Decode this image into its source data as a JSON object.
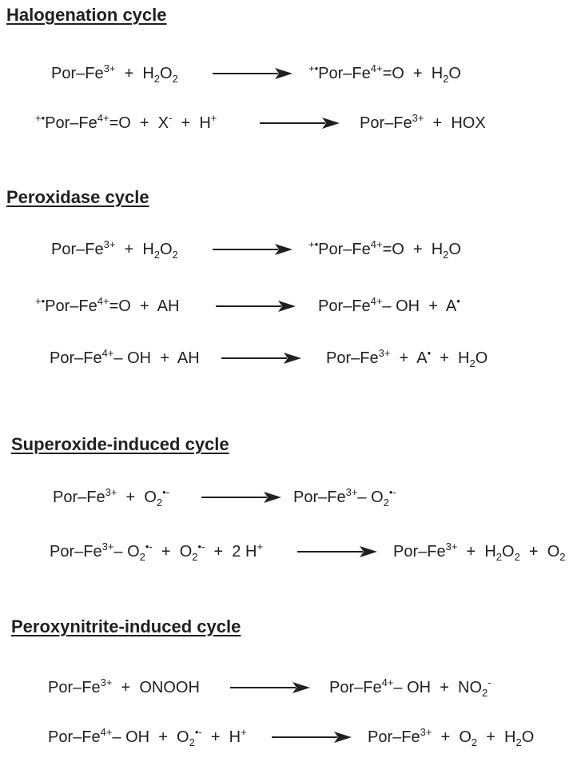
{
  "sections": [
    {
      "heading": "Halogenation cycle",
      "reactions": [
        {
          "left": [
            [
              "t",
              "Por–Fe"
            ],
            [
              "sup",
              "3+"
            ],
            [
              "t",
              "  +  H"
            ],
            [
              "sub",
              "2"
            ],
            [
              "t",
              "O"
            ],
            [
              "sub",
              "2"
            ]
          ],
          "right": [
            [
              "sup",
              "+•"
            ],
            [
              "t",
              "Por–Fe"
            ],
            [
              "sup",
              "4+"
            ],
            [
              "t",
              "=O  +  H"
            ],
            [
              "sub",
              "2"
            ],
            [
              "t",
              "O"
            ]
          ]
        },
        {
          "left": [
            [
              "sup",
              "+•"
            ],
            [
              "t",
              "Por–Fe"
            ],
            [
              "sup",
              "4+"
            ],
            [
              "t",
              "=O  +  X"
            ],
            [
              "sup",
              "-"
            ],
            [
              "t",
              "  +  H"
            ],
            [
              "sup",
              "+"
            ]
          ],
          "right": [
            [
              "t",
              "Por–Fe"
            ],
            [
              "sup",
              "3+"
            ],
            [
              "t",
              "  +  HOX"
            ]
          ]
        }
      ]
    },
    {
      "heading": "Peroxidase cycle",
      "reactions": [
        {
          "left": [
            [
              "t",
              "Por–Fe"
            ],
            [
              "sup",
              "3+"
            ],
            [
              "t",
              "  +  H"
            ],
            [
              "sub",
              "2"
            ],
            [
              "t",
              "O"
            ],
            [
              "sub",
              "2"
            ]
          ],
          "right": [
            [
              "sup",
              "+•"
            ],
            [
              "t",
              "Por–Fe"
            ],
            [
              "sup",
              "4+"
            ],
            [
              "t",
              "=O  +  H"
            ],
            [
              "sub",
              "2"
            ],
            [
              "t",
              "O"
            ]
          ]
        },
        {
          "left": [
            [
              "sup",
              "+•"
            ],
            [
              "t",
              "Por–Fe"
            ],
            [
              "sup",
              "4+"
            ],
            [
              "t",
              "=O  +  AH"
            ]
          ],
          "right": [
            [
              "t",
              "Por–Fe"
            ],
            [
              "sup",
              "4+"
            ],
            [
              "t",
              "– OH  +  A"
            ],
            [
              "sup",
              "•"
            ]
          ]
        },
        {
          "left": [
            [
              "t",
              "Por–Fe"
            ],
            [
              "sup",
              "4+"
            ],
            [
              "t",
              "– OH  +  AH"
            ]
          ],
          "right": [
            [
              "t",
              "Por–Fe"
            ],
            [
              "sup",
              "3+"
            ],
            [
              "t",
              "  +  A"
            ],
            [
              "sup",
              "•"
            ],
            [
              "t",
              "  +  H"
            ],
            [
              "sub",
              "2"
            ],
            [
              "t",
              "O"
            ]
          ]
        }
      ]
    },
    {
      "heading": "Superoxide-induced cycle",
      "reactions": [
        {
          "left": [
            [
              "t",
              "Por–Fe"
            ],
            [
              "sup",
              "3+"
            ],
            [
              "t",
              "  +  O"
            ],
            [
              "sub",
              "2"
            ],
            [
              "sup",
              "•-"
            ]
          ],
          "right": [
            [
              "t",
              "Por–Fe"
            ],
            [
              "sup",
              "3+"
            ],
            [
              "t",
              "– O"
            ],
            [
              "sub",
              "2"
            ],
            [
              "sup",
              "•-"
            ]
          ]
        },
        {
          "left": [
            [
              "t",
              "Por–Fe"
            ],
            [
              "sup",
              "3+"
            ],
            [
              "t",
              "– O"
            ],
            [
              "sub",
              "2"
            ],
            [
              "sup",
              "•-"
            ],
            [
              "t",
              "  +  O"
            ],
            [
              "sub",
              "2"
            ],
            [
              "sup",
              "•-"
            ],
            [
              "t",
              "  +  2 H"
            ],
            [
              "sup",
              "+"
            ]
          ],
          "right": [
            [
              "t",
              "Por–Fe"
            ],
            [
              "sup",
              "3+"
            ],
            [
              "t",
              "  +  H"
            ],
            [
              "sub",
              "2"
            ],
            [
              "t",
              "O"
            ],
            [
              "sub",
              "2"
            ],
            [
              "t",
              "  +  O"
            ],
            [
              "sub",
              "2"
            ]
          ]
        }
      ]
    },
    {
      "heading": "Peroxynitrite-induced cycle",
      "reactions": [
        {
          "left": [
            [
              "t",
              "Por–Fe"
            ],
            [
              "sup",
              "3+"
            ],
            [
              "t",
              "  +  ONOOH"
            ]
          ],
          "right": [
            [
              "t",
              "Por–Fe"
            ],
            [
              "sup",
              "4+"
            ],
            [
              "t",
              "– OH  +  NO"
            ],
            [
              "sub",
              "2"
            ],
            [
              "sup",
              "-"
            ]
          ]
        },
        {
          "left": [
            [
              "t",
              "Por–Fe"
            ],
            [
              "sup",
              "4+"
            ],
            [
              "t",
              "– OH  +  O"
            ],
            [
              "sub",
              "2"
            ],
            [
              "sup",
              "•-"
            ],
            [
              "t",
              "  +  H"
            ],
            [
              "sup",
              "+"
            ]
          ],
          "right": [
            [
              "t",
              "Por–Fe"
            ],
            [
              "sup",
              "3+"
            ],
            [
              "t",
              "  +  O"
            ],
            [
              "sub",
              "2"
            ],
            [
              "t",
              "  +  H"
            ],
            [
              "sub",
              "2"
            ],
            [
              "t",
              "O"
            ]
          ]
        }
      ]
    }
  ]
}
